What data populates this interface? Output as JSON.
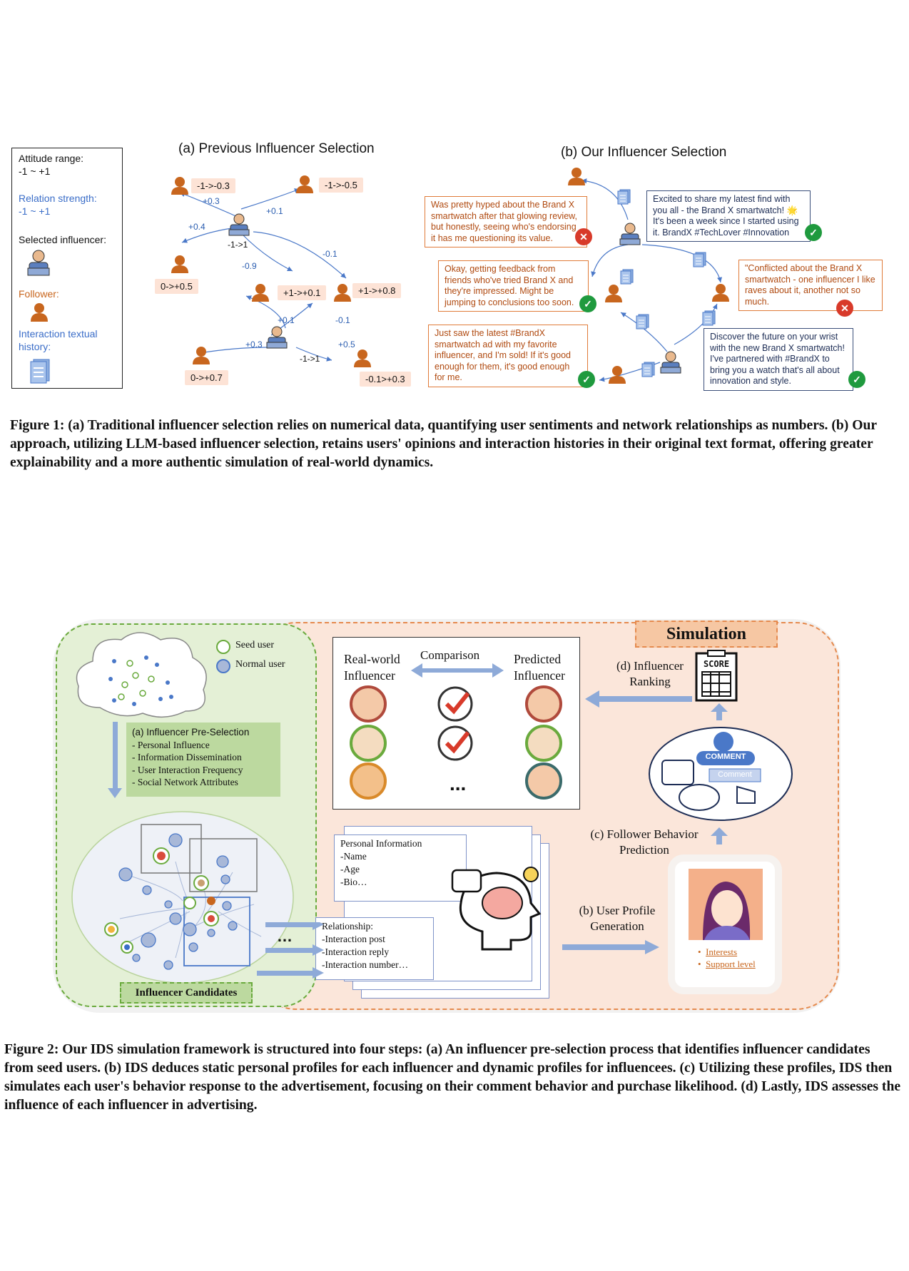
{
  "fig1": {
    "legend": {
      "attitude_label": "Attitude range:",
      "attitude_range": "-1 ~ +1",
      "relation_label": "Relation strength:",
      "relation_range": "-1 ~ +1",
      "selected_label": "Selected influencer:",
      "follower_label": "Follower:",
      "history_label": "Interaction textual",
      "history_label2": "history:"
    },
    "panel_a": {
      "title": "(a) Previous Influencer Selection",
      "values": [
        "-1->-0.3",
        "-1->-0.5",
        "0->+0.5",
        "+1->+0.1",
        "+1->+0.8",
        "0->+0.7",
        "-0.1>+0.3"
      ],
      "strengths": [
        "+0.3",
        "+0.1",
        "+0.4",
        "-0.9",
        "-0.1",
        "+0.1",
        "-0.1",
        "+0.3",
        "+0.5"
      ],
      "inf_labels": [
        "-1->1",
        "-1->1"
      ]
    },
    "panel_b": {
      "title": "(b) Our Influencer Selection",
      "bubbles": [
        "Was pretty hyped about the Brand X smartwatch after that glowing review, but honestly, seeing who's endorsing it has me questioning its value.",
        "Excited to share my latest find with you all - the Brand X smartwatch! 🌟 It's been a week since I started using it. BrandX #TechLover #Innovation",
        "Okay, getting feedback from friends who've tried Brand X and they're impressed. Might be jumping to conclusions too soon.",
        "\"Conflicted about the Brand X smartwatch - one influencer I like raves about it, another not so much.",
        "Just saw the latest #BrandX smartwatch ad with my favorite influencer, and I'm sold! If it's good enough for them, it's good enough for me.",
        "Discover the future on your wrist with the new Brand X smartwatch! I've partnered with #BrandX to bring you a watch that's all about innovation and style."
      ]
    },
    "caption": "Figure 1: (a) Traditional influencer selection relies on numerical data, quantifying user sentiments and network relationships as numbers. (b) Our approach, utilizing LLM-based influencer selection, retains users' opinions and interaction histories in their original text format, offering greater explainability and a more authentic simulation of real-world dynamics."
  },
  "fig2": {
    "simulation": "Simulation",
    "seed_user": "Seed user",
    "normal_user": "Normal user",
    "preselection_title": "(a) Influencer Pre-Selection",
    "preselection_items": [
      "- Personal Influence",
      "- Information Dissemination",
      "- User Interaction Frequency",
      "- Social Network Attributes"
    ],
    "candidates": "Influencer Candidates",
    "real_world": "Real-world",
    "influencer": "Influencer",
    "comparison": "Comparison",
    "predicted": "Predicted",
    "ellipsis": "...",
    "ranking_1": "(d) Influencer",
    "ranking_2": "Ranking",
    "score": "SCORE",
    "comment": "COMMENT",
    "comment2": "Comment",
    "behavior_1": "(c) Follower Behavior",
    "behavior_2": "Prediction",
    "profile_1": "(b) User Profile",
    "profile_2": "Generation",
    "personal_info": [
      "Personal Information",
      "-Name",
      "-Age",
      "-Bio…"
    ],
    "relationship": [
      "Relationship:",
      "-Interaction post",
      "-Interaction reply",
      "-Interaction number…"
    ],
    "interests": "Interests",
    "support": "Support level",
    "dots": "…"
  },
  "caption2": "Figure 2: Our IDS simulation framework is structured into four steps: (a) An influencer pre-selection process that identifies influencer candidates from seed users. (b) IDS deduces static personal profiles for each influencer and dynamic profiles for influencees. (c) Utilizing these profiles, IDS then simulates each user's behavior response to the advertisement, focusing on their comment behavior and purchase likelihood. (d) Lastly, IDS assesses the influence of each influencer in advertising.",
  "colors": {
    "orange": "#c8661e",
    "blue": "#4a78c8",
    "green_check": "#1f9a3e",
    "red_x": "#d83a2a"
  }
}
